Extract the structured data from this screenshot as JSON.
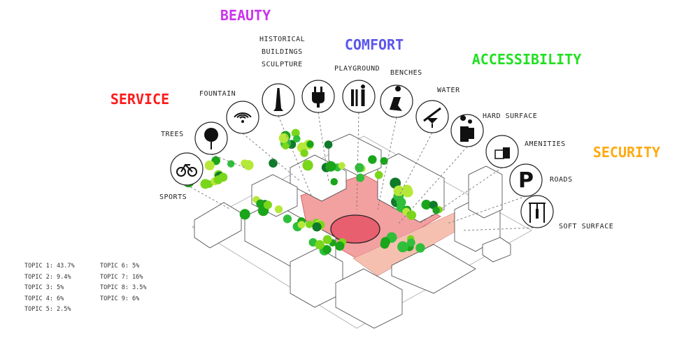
{
  "categories": {
    "service": {
      "label": "SERVICE",
      "color": "#ff1a1a"
    },
    "beauty": {
      "label": "BEAUTY",
      "color": "#cc33ee"
    },
    "comfort": {
      "label": "COMFORT",
      "color": "#5a55ee"
    },
    "accessibility": {
      "label": "ACCESSIBILITY",
      "color": "#22e022"
    },
    "security": {
      "label": "SECURITY",
      "color": "#ffaa11"
    }
  },
  "features": {
    "sports": "SPORTS",
    "trees": "TREES",
    "fountain": "FOUNTAIN",
    "historical": "HISTORICAL",
    "buildings": "BUILDINGS",
    "sculpture": "SCULPTURE",
    "playground": "PLAYGROUND",
    "benches": "BENCHES",
    "water": "WATER",
    "hard_surface": "HARD SURFACE",
    "amenities": "AMENITIES",
    "roads": "ROADS",
    "soft_surface": "SOFT SURFACE"
  },
  "icons": [
    "bicycle-icon",
    "tree-icon",
    "wifi-icon",
    "obelisk-icon",
    "plug-icon",
    "family-icon",
    "seated-person-icon",
    "no-food-drink-icon",
    "couple-icon",
    "shopping-bags-icon",
    "parking-icon",
    "gallows-icon"
  ],
  "topics": [
    "TOPIC 1: 43.7%",
    "TOPIC 2: 9.4%",
    "TOPIC 3: 5%",
    "TOPIC 4: 6%",
    "TOPIC 5: 2.5%",
    "TOPIC 6: 5%",
    "TOPIC 7: 16%",
    "TOPIC 8: 3.5%",
    "TOPIC 9: 6%"
  ]
}
